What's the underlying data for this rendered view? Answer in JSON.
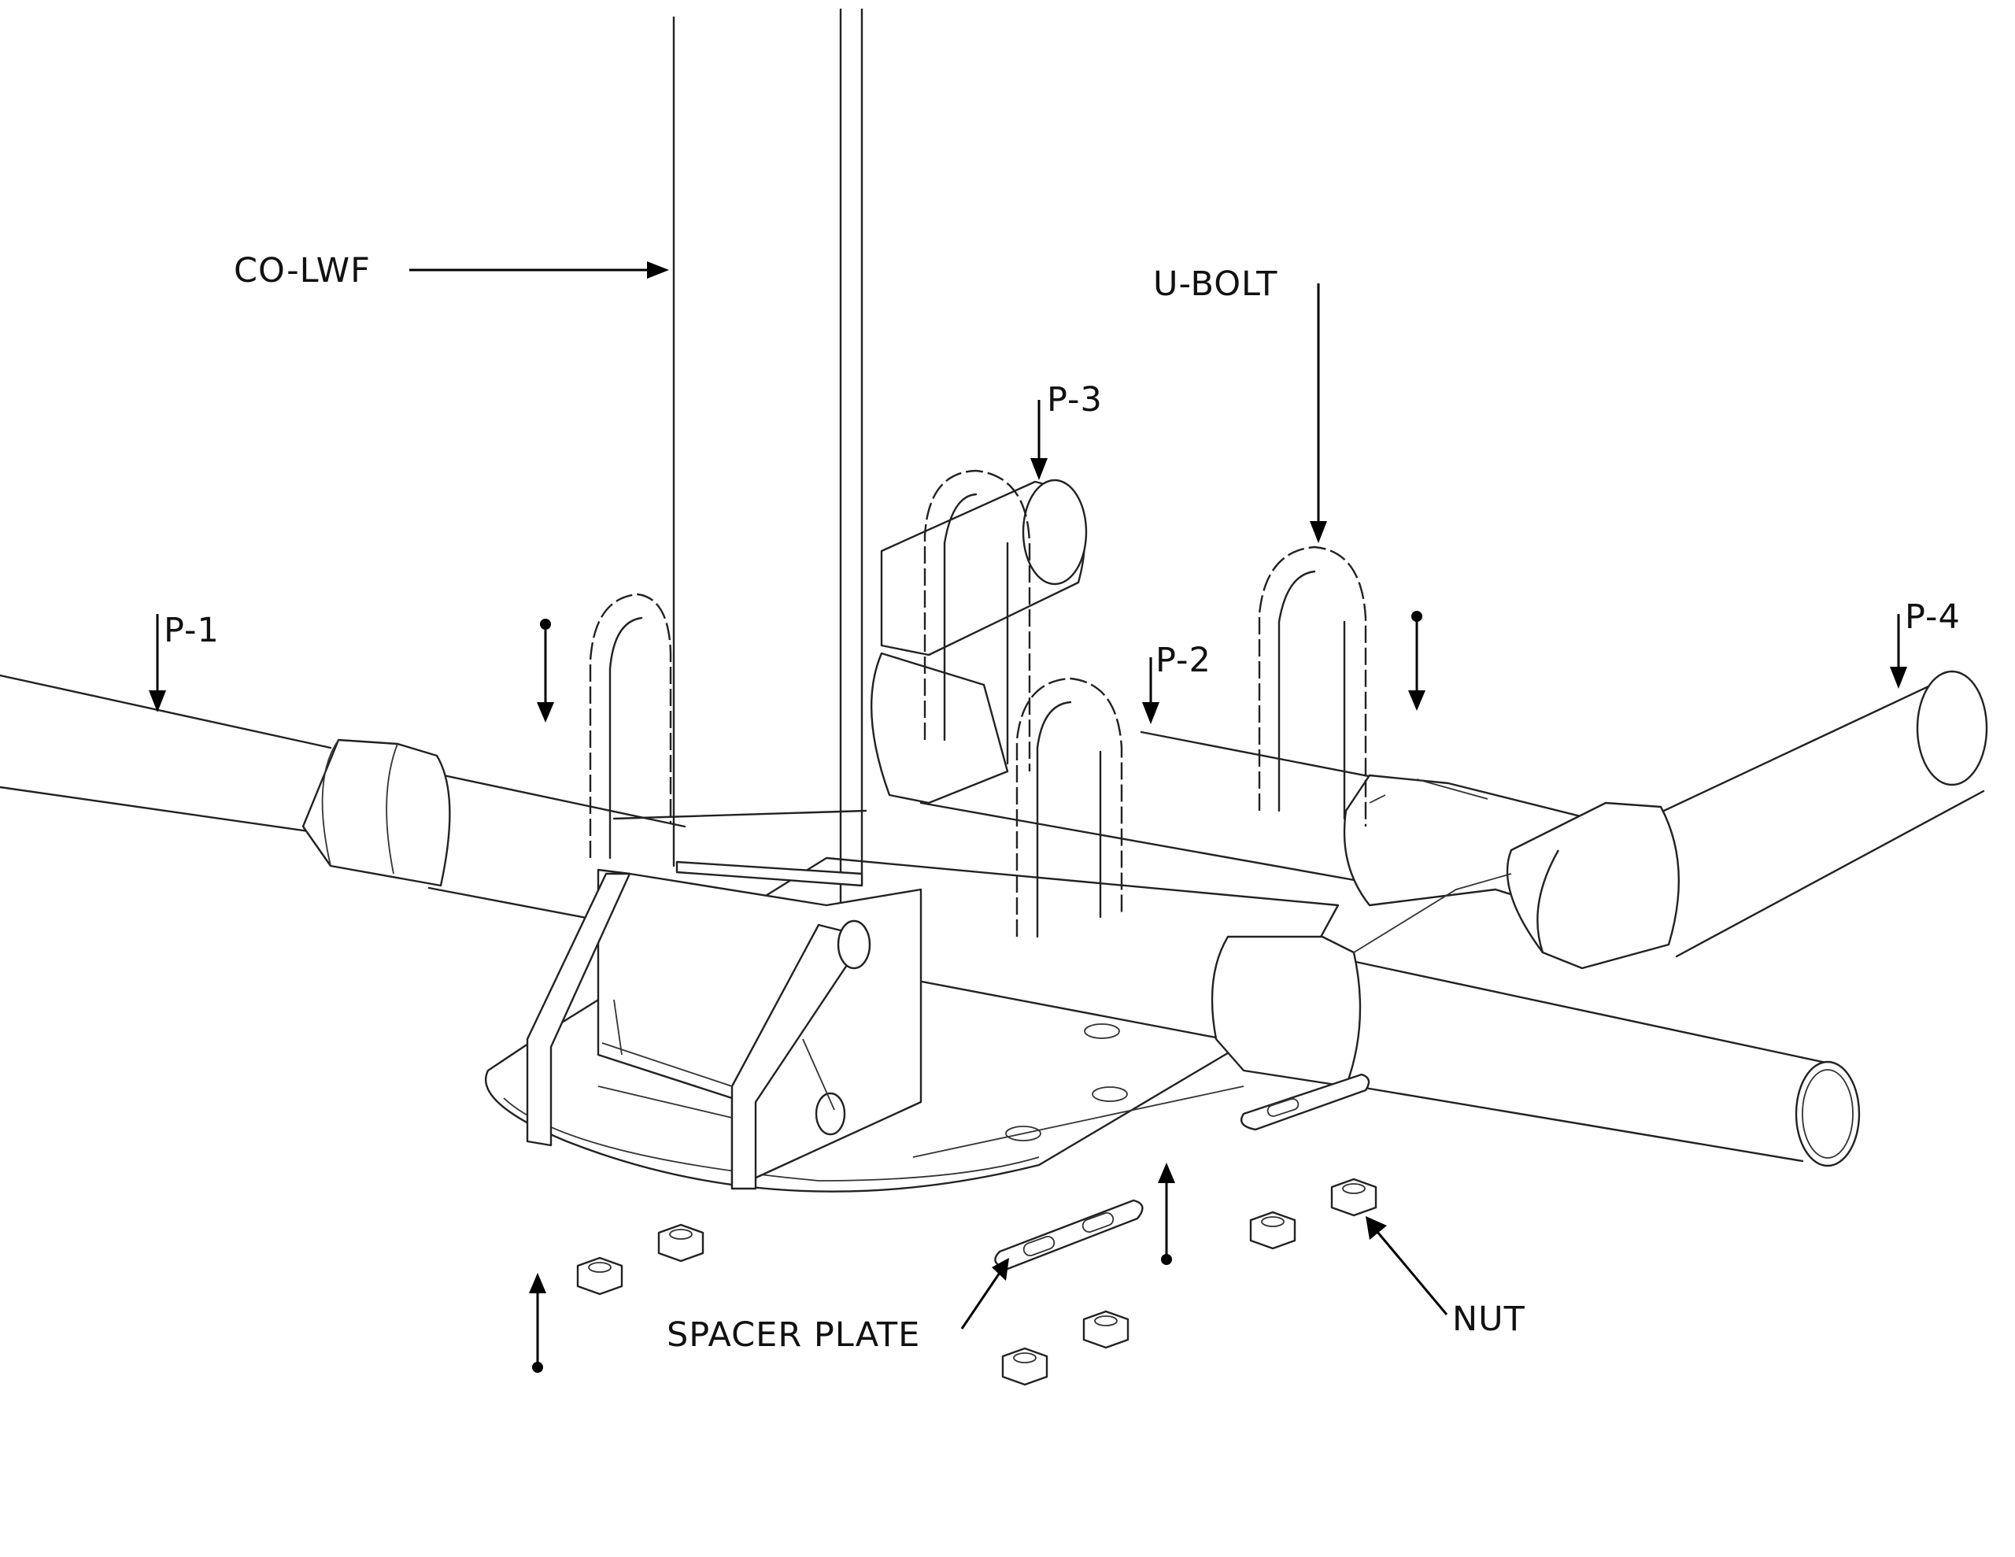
{
  "diagram": {
    "labels": {
      "co_lwf": "CO-LWF",
      "u_bolt": "U-BOLT",
      "p3": "P-3",
      "p1": "P-1",
      "p2": "P-2",
      "p4": "P-4",
      "spacer_plate": "SPACER PLATE",
      "nut": "NUT"
    }
  }
}
